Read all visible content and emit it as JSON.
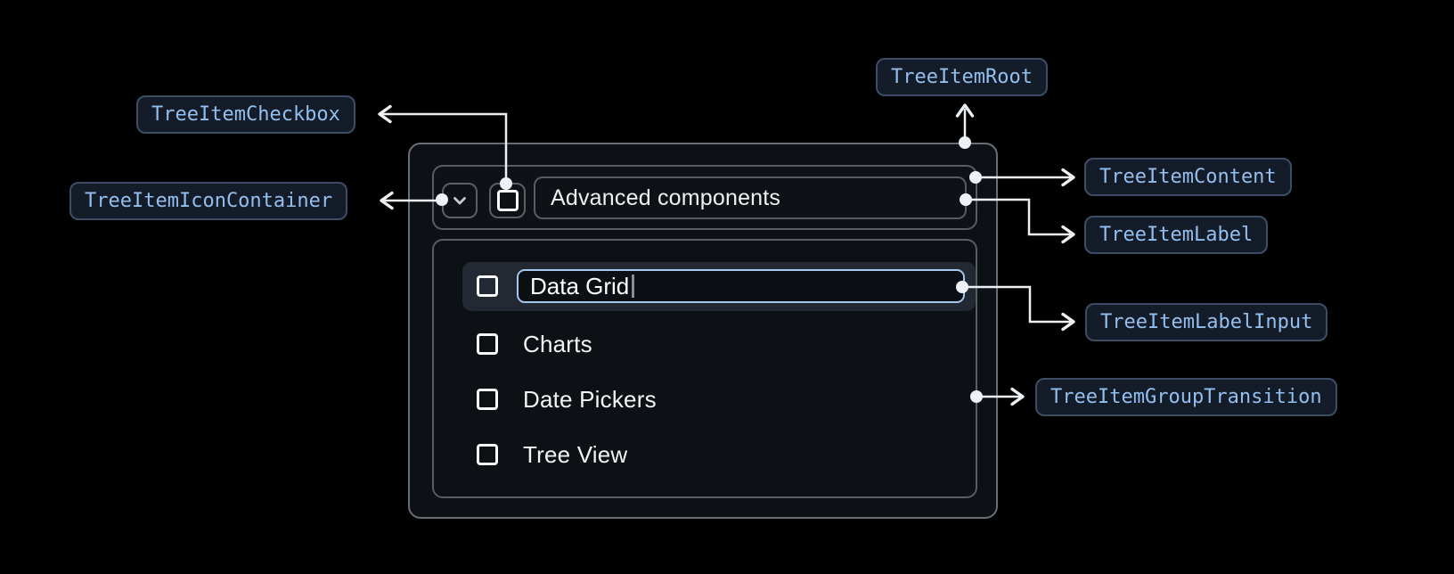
{
  "annotations": {
    "checkbox": "TreeItemCheckbox",
    "icon_container": "TreeItemIconContainer",
    "root": "TreeItemRoot",
    "content": "TreeItemContent",
    "label": "TreeItemLabel",
    "label_input": "TreeItemLabelInput",
    "group_transition": "TreeItemGroupTransition"
  },
  "tree": {
    "parent": {
      "label": "Advanced components",
      "expanded": true,
      "checkbox_checked": false
    },
    "editing_item": {
      "input_value": "Data Grid",
      "checkbox_checked": false,
      "focused": true
    },
    "children": [
      {
        "label": "Charts",
        "checkbox_checked": false
      },
      {
        "label": "Date Pickers",
        "checkbox_checked": false
      },
      {
        "label": "Tree View",
        "checkbox_checked": false
      }
    ]
  },
  "colors": {
    "page_bg": "#000000",
    "panel_bg": "#0d1014",
    "panel_border": "#686e75",
    "inner_border": "#575d64",
    "selected_row_bg": "#222933",
    "input_focus_border": "#a5c7ee",
    "badge_bg": "#151c29",
    "badge_border": "#3d4e64",
    "badge_text": "#93bfef",
    "connector": "#eef1f4",
    "text": "#f3f4f6"
  }
}
